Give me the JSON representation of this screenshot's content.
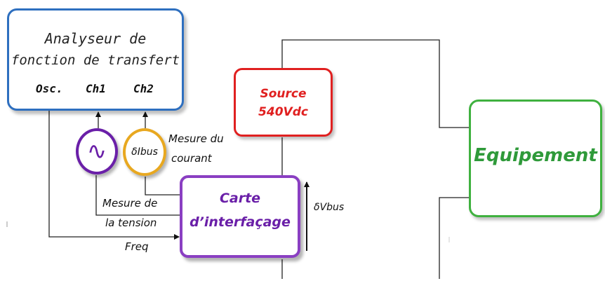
{
  "analyzer": {
    "title_line1": "Analyseur de",
    "title_line2": "fonction de transfert",
    "port_osc": "Osc.",
    "port_ch1": "Ch1",
    "port_ch2": "Ch2"
  },
  "sources": {
    "voltage_symbol": "∿",
    "current_label": "δIbus"
  },
  "source_box": {
    "line1": "Source",
    "line2": "540Vdc"
  },
  "interface_box": {
    "line1": "Carte",
    "line2": "d’interfaçage"
  },
  "equipment_box": {
    "label": "Equipement"
  },
  "annotations": {
    "current_measure_1": "Mesure du",
    "current_measure_2": "courant",
    "voltage_measure_1": "Mesure de",
    "voltage_measure_2": "la tension",
    "freq": "Freq",
    "vbus": "δVbus"
  },
  "colors": {
    "analyzer_border": "#2e6fbf",
    "source_border": "#e02020",
    "source_text": "#e02020",
    "interface_border": "#8a3fc2",
    "interface_text": "#6a1fa8",
    "equipment_border": "#3fb13f",
    "equipment_text": "#2f9a3a",
    "voltage_ring": "#6a1fa8",
    "current_ring": "#e8a820"
  }
}
